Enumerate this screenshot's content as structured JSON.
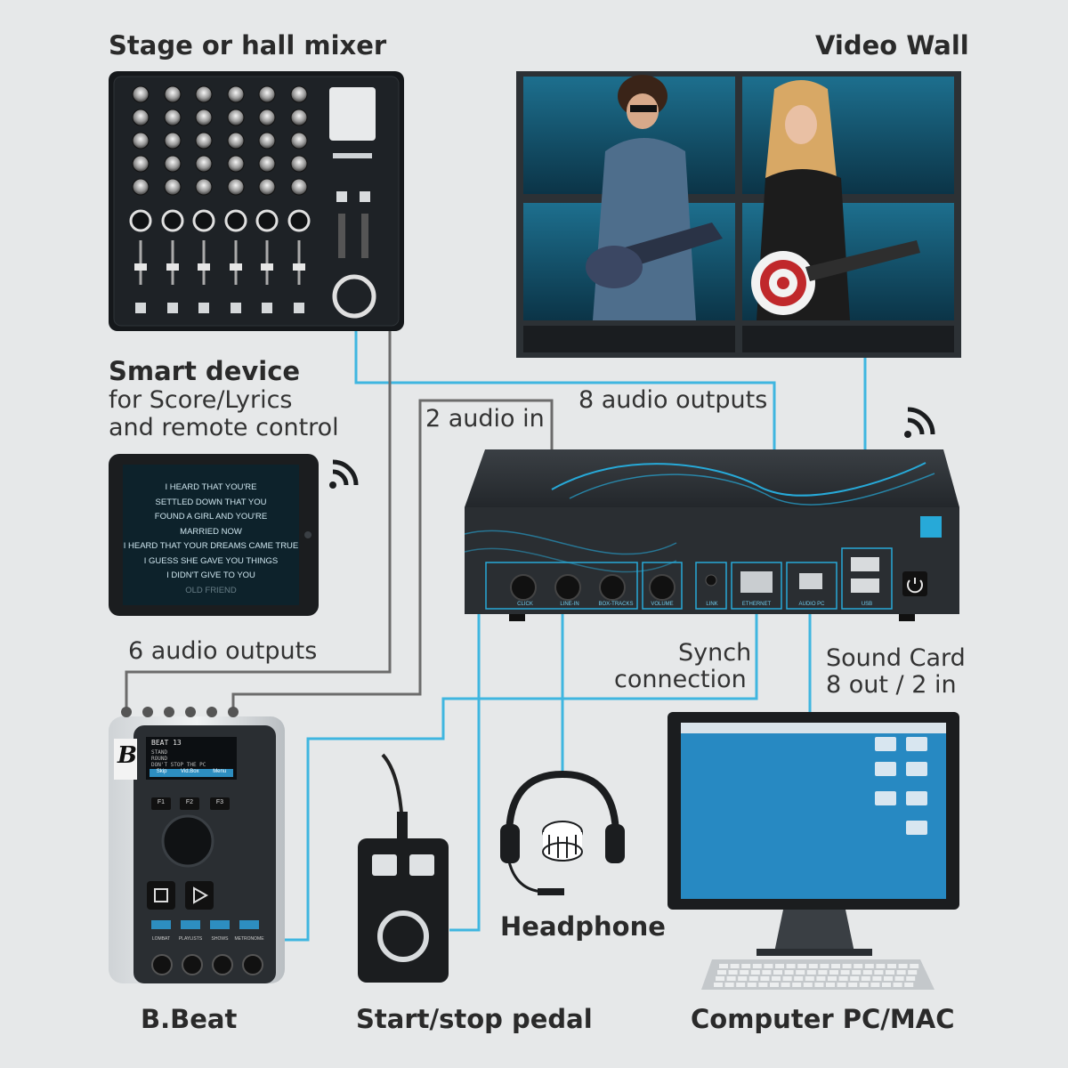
{
  "labels": {
    "mixer": "Stage or hall mixer",
    "video_wall": "Video Wall",
    "smart_device_title": "Smart device",
    "smart_device_sub1": "for Score/Lyrics",
    "smart_device_sub2": "and remote control",
    "eight_audio_outputs": "8 audio outputs",
    "two_audio_in": "2 audio in",
    "six_audio_outputs": "6 audio outputs",
    "synch_1": "Synch",
    "synch_2": "connection",
    "sound_card_1": "Sound Card",
    "sound_card_2": "8 out / 2 in",
    "headphone": "Headphone",
    "bbeat": "B.Beat",
    "pedal": "Start/stop pedal",
    "computer": "Computer PC/MAC"
  },
  "tablet_lyrics": [
    "I HEARD THAT YOU'RE",
    "SETTLED DOWN THAT YOU",
    "FOUND A GIRL AND YOU'RE",
    "MARRIED NOW",
    "I HEARD THAT YOUR DREAMS CAME TRUE",
    "I GUESS SHE GAVE YOU THINGS",
    "I DIDN'T GIVE TO YOU",
    "OLD FRIEND"
  ],
  "box_ports": [
    "CLICK",
    "LINE-IN",
    "BOX-TRACKS",
    "VOLUME",
    "LINK",
    "ETHERNET",
    "AUDIO PC",
    "USB"
  ],
  "bbeat_screen": {
    "title": "BEAT 13",
    "rows": [
      "STAND",
      "ROUND",
      "DON'T STOP THE PC"
    ],
    "tabs": [
      "Skip",
      "Vid.Box",
      "Menu"
    ]
  },
  "bbeat_keys": [
    "F1",
    "F2",
    "F3"
  ],
  "bbeat_bottom_labels": [
    "LOMBAT",
    "PLAYLISTS",
    "SHOWS",
    "METRONOME"
  ],
  "bbeat_brand": "B",
  "colors": {
    "background": "#e6e8e9",
    "cable_blue": "#3fb6e0",
    "cable_gray": "#6c6c6c",
    "device_dark": "#1b1d1f",
    "accent_teal": "#27a9d8"
  },
  "icons": [
    "wifi-icon",
    "power-icon",
    "folder-icon",
    "headphone-icon",
    "bbeat-logo"
  ]
}
